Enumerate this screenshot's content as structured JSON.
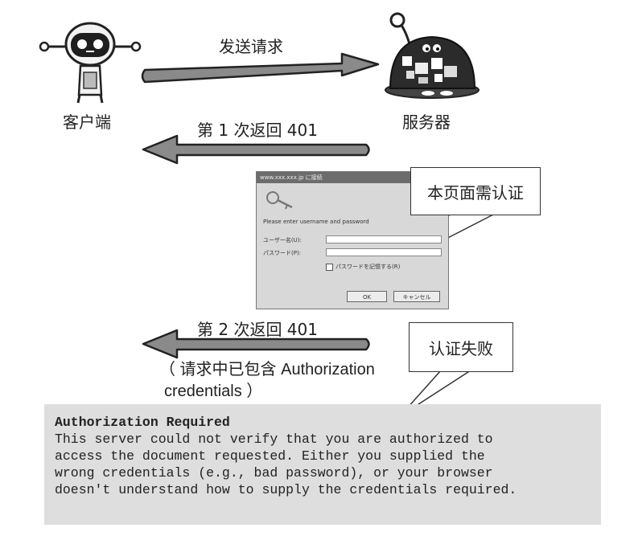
{
  "client_label": "客户端",
  "server_label": "服务器",
  "arrow_request_label": "发送请求",
  "arrow_first_401_label": "第 1 次返回 401",
  "arrow_second_401_label": "第 2 次返回 401",
  "second_401_note": [
    "（ 请求中已包含 Authorization",
    "credentials ）"
  ],
  "callout_auth_required": "本页面需认证",
  "callout_auth_failed": "认证失败",
  "login_dialog": {
    "title": "www.xxx.xxx.jp に接続",
    "prompt": "Please enter username and password",
    "username_label": "ユーザー名(U):",
    "password_label": "パスワード(P):",
    "remember_label": "パスワードを記憶する(R)",
    "ok_button": "OK",
    "cancel_button": "キャンセル"
  },
  "error_page": {
    "title": "Authorization Required",
    "lines": [
      "This server could not verify that you are authorized to",
      "access the document requested. Either you supplied the",
      "wrong credentials (e.g., bad password), or your browser",
      "doesn't understand how to supply the credentials required."
    ]
  },
  "colors": {
    "arrow_fill": "#8a8a8a",
    "arrow_stroke": "#222222",
    "error_bg": "#dedede",
    "robot_body": "#f2f2f2",
    "server_shell": "#2b2b2b"
  }
}
